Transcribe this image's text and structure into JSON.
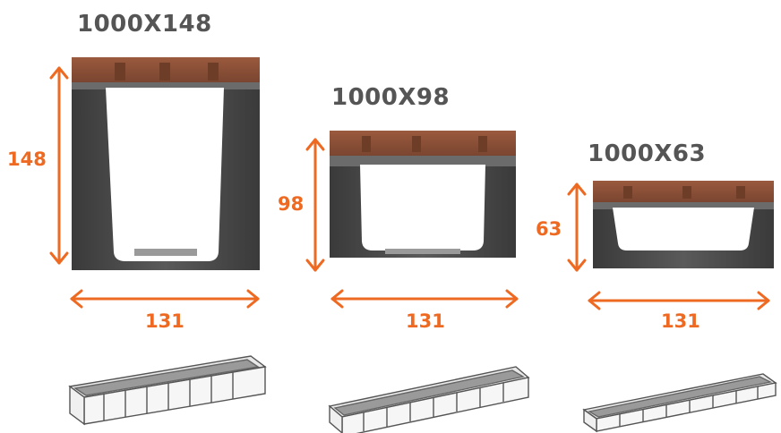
{
  "colors": {
    "accent": "#ee6a22",
    "title": "#555555",
    "grate": "#8a4f35",
    "body": "#4a4a4a"
  },
  "channels": [
    {
      "title": "1000X148",
      "height": "148",
      "width": "131"
    },
    {
      "title": "1000X98",
      "height": "98",
      "width": "131"
    },
    {
      "title": "1000X63",
      "height": "63",
      "width": "131"
    }
  ]
}
